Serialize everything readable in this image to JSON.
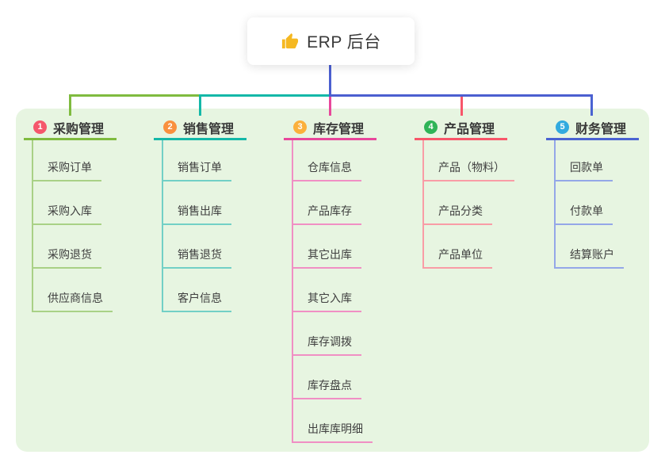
{
  "root": {
    "title": "ERP 后台",
    "icon": "thumbs-up-icon",
    "icon_color": "#f5b821",
    "line_color": "#4b5fd0"
  },
  "panel": {
    "background_color": "#e7f5e1"
  },
  "branches": [
    {
      "num": "1",
      "label": "采购管理",
      "badge_color": "#f5576c",
      "line_color": "#7fbb3f",
      "light_line_color": "#a9d186",
      "children": [
        "采购订单",
        "采购入库",
        "采购退货",
        "供应商信息"
      ]
    },
    {
      "num": "2",
      "label": "销售管理",
      "badge_color": "#f9903e",
      "line_color": "#14b8a8",
      "light_line_color": "#72d0c6",
      "children": [
        "销售订单",
        "销售出库",
        "销售退货",
        "客户信息"
      ]
    },
    {
      "num": "3",
      "label": "库存管理",
      "badge_color": "#fbb03b",
      "line_color": "#e8479b",
      "light_line_color": "#f08fc4",
      "children": [
        "仓库信息",
        "产品库存",
        "其它出库",
        "其它入库",
        "库存调拨",
        "库存盘点",
        "出库库明细"
      ]
    },
    {
      "num": "4",
      "label": "产品管理",
      "badge_color": "#2fb457",
      "line_color": "#f8566a",
      "light_line_color": "#f99ca6",
      "children": [
        "产品（物料）",
        "产品分类",
        "产品单位"
      ]
    },
    {
      "num": "5",
      "label": "财务管理",
      "badge_color": "#32aadf",
      "line_color": "#4a63d2",
      "light_line_color": "#94a7e8",
      "children": [
        "回款单",
        "付款单",
        "结算账户"
      ]
    }
  ]
}
